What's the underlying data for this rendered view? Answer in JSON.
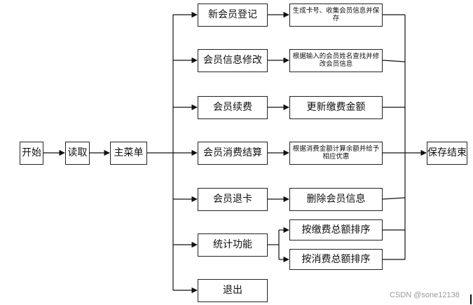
{
  "nodes": {
    "start": "开始",
    "read": "读取",
    "main_menu": "主菜单",
    "new_member": "新会员登记",
    "modify": "会员信息修改",
    "renew": "会员续费",
    "consume": "会员消费结算",
    "cancel": "会员退卡",
    "stats": "统计功能",
    "exit": "退出",
    "new_member_desc": "生成卡号、收集会员信息并保存",
    "modify_desc": "根据输入的会员姓名查找并修改会员信息",
    "renew_desc": "更新缴费金额",
    "consume_desc": "根据消费金额计算余额并给予相应优惠",
    "cancel_desc": "删除会员信息",
    "sort_fee": "按缴费总额排序",
    "sort_consume": "按消费总额排序",
    "save_end": "保存结束"
  },
  "watermark": "CSDN @sone12138"
}
